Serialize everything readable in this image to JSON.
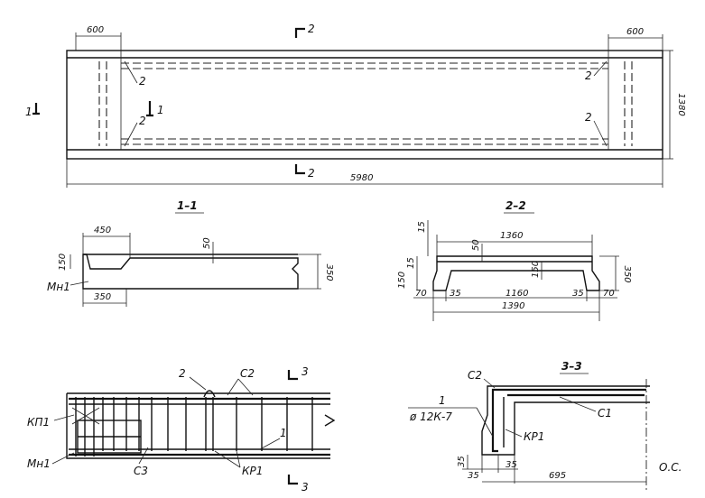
{
  "plan": {
    "dim_left_600": "600",
    "dim_right_600": "600",
    "dim_length": "5980",
    "dim_width": "1380",
    "section_2_top": "2",
    "section_2_bottom": "2",
    "section_1_left": "1",
    "section_1_inner": "1",
    "label_2_top_left": "2",
    "label_2_bottom_left": "2",
    "label_2_top_right": "2",
    "label_2_bottom_right": "2"
  },
  "section_1_1": {
    "title": "1–1",
    "dim_450": "450",
    "dim_50": "50",
    "dim_150": "150",
    "dim_350_height": "350",
    "dim_350_bottom": "350",
    "label_mn": "Мн1"
  },
  "section_2_2": {
    "title": "2–2",
    "dim_15_top": "15",
    "dim_1360": "1360",
    "dim_50": "50",
    "dim_15_side": "15",
    "dim_150_inner": "150",
    "dim_150_left": "150",
    "dim_350": "350",
    "dim_70_left": "70",
    "dim_35_left": "35",
    "dim_1160": "1160",
    "dim_35_right": "35",
    "dim_70_right": "70",
    "dim_1390": "1390"
  },
  "reinforcement": {
    "label_2": "2",
    "label_c2": "С2",
    "label_kp1_left": "КП1",
    "label_mn1": "Мн1",
    "label_c3": "С3",
    "label_kr1": "КР1",
    "label_1": "1",
    "section_3_top": "3",
    "section_3_bottom": "3"
  },
  "section_3_3": {
    "title": "3–3",
    "label_c2": "С2",
    "label_c1": "С1",
    "label_kr1": "КР1",
    "label_1": "1",
    "label_bar": "ø 12К-7",
    "dim_35_vertical": "35",
    "dim_35_a": "35",
    "dim_35_b": "35",
    "dim_695": "695",
    "label_os": "О.С."
  }
}
